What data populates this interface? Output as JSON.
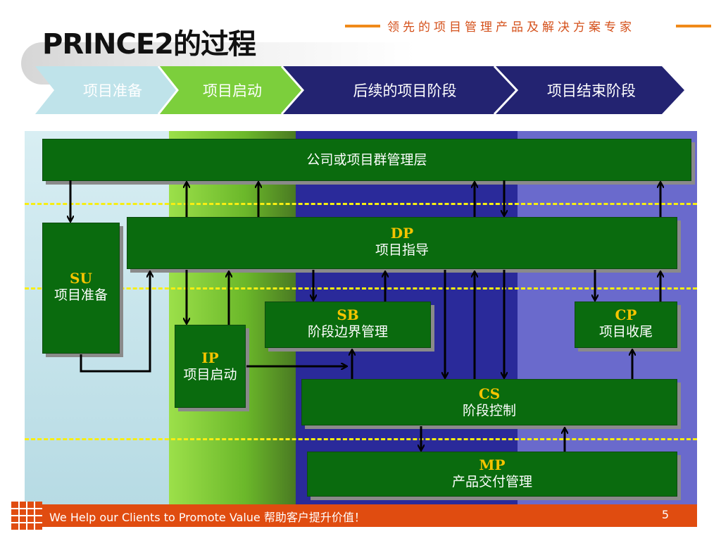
{
  "header": {
    "title": "PRINCE2的过程",
    "tagline": "领先的项目管理产品及解决方案专家"
  },
  "phases": [
    {
      "label": "项目准备",
      "color": "#bfe3ea",
      "text_color": "#ffffff"
    },
    {
      "label": "项目启动",
      "color": "#7ccf3c",
      "text_color": "#ffffff"
    },
    {
      "label": "后续的项目阶段",
      "color": "#232371",
      "text_color": "#ffffff"
    },
    {
      "label": "项目结束阶段",
      "color": "#232371",
      "text_color": "#ffffff"
    }
  ],
  "processes": {
    "corporate": {
      "name": "公司或项目群管理层"
    },
    "dp": {
      "code": "DP",
      "name": "项目指导"
    },
    "su": {
      "code": "SU",
      "name": "项目准备"
    },
    "ip": {
      "code": "IP",
      "name": "项目启动"
    },
    "sb": {
      "code": "SB",
      "name": "阶段边界管理"
    },
    "cp": {
      "code": "CP",
      "name": "项目收尾"
    },
    "cs": {
      "code": "CS",
      "name": "阶段控制"
    },
    "mp": {
      "code": "MP",
      "name": "产品交付管理"
    }
  },
  "footer": {
    "text": "We Help our Clients to Promote Value 帮助客户提升价值！",
    "page": "5"
  },
  "colors": {
    "process_box": "#0a6b0e",
    "code_text": "#f5c400",
    "dash_line": "#f7ee12",
    "footer_bg": "#e04c10"
  }
}
